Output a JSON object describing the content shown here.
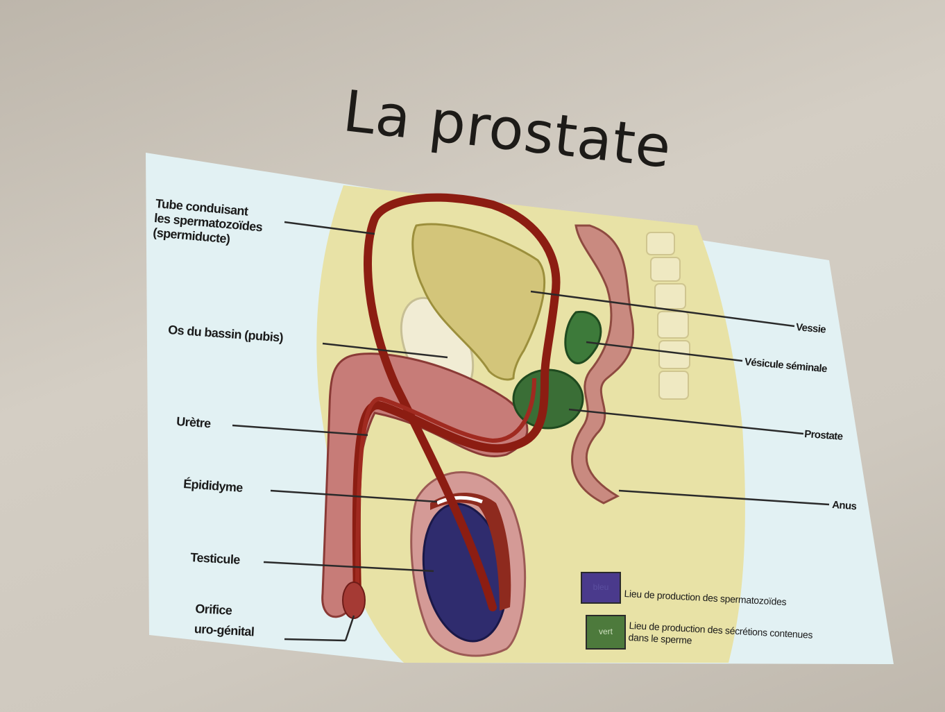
{
  "slide": {
    "title": "La prostate"
  },
  "labels": {
    "tube": [
      "Tube conduisant",
      "les spermatozoïdes",
      "(spermiducte)"
    ],
    "os_bassin": "Os du bassin (pubis)",
    "uretre": "Urètre",
    "epididyme": "Épididyme",
    "testicule": "Testicule",
    "orifice": [
      "Orifice",
      "uro-génital"
    ],
    "vessie": "Vessie",
    "vesicule": "Vésicule séminale",
    "prostate": "Prostate",
    "anus": "Anus"
  },
  "legend": {
    "items": [
      {
        "swatch_label": "bleu",
        "text": "Lieu de production des spermatozoïdes",
        "color": "#4a3a8c"
      },
      {
        "swatch_label": "vert",
        "text": "Lieu de production des sécrétions contenues",
        "text2": "dans le sperme",
        "color": "#4d7a3c"
      }
    ]
  },
  "colors": {
    "screen": "#e4f2f4",
    "body_tan": "#e9e3a8",
    "flesh_red": "#b04a4a",
    "duct_red": "#8c1d12",
    "testis_blue": "#2d2b6e",
    "gland_green": "#2e6a30"
  }
}
